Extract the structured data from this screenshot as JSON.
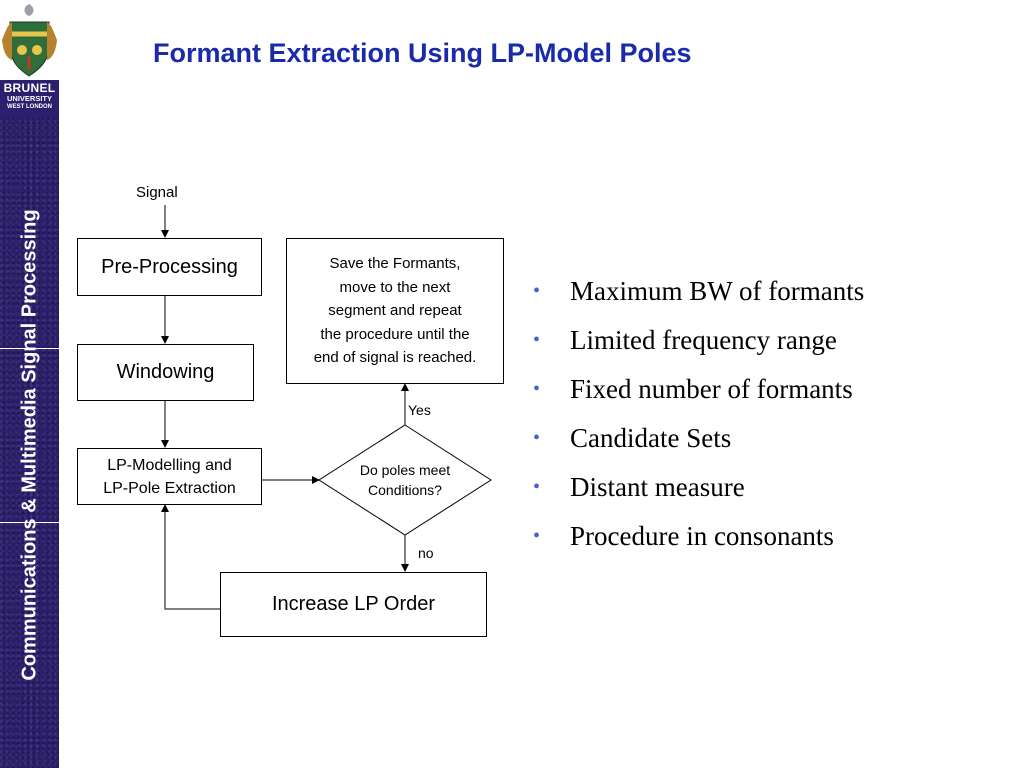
{
  "sidebar": {
    "logo": {
      "line1": "BRUNEL",
      "line2": "UNIVERSITY",
      "line3": "WEST LONDON"
    },
    "title": "Communications & Multimedia Signal Processing"
  },
  "slide": {
    "title": "Formant Extraction Using LP-Model Poles"
  },
  "flowchart": {
    "signal_label": "Signal",
    "pre_processing": "Pre-Processing",
    "windowing": "Windowing",
    "lp_modelling": [
      "LP-Modelling and",
      "LP-Pole Extraction"
    ],
    "decision": [
      "Do poles meet",
      "Conditions?"
    ],
    "yes_label": "Yes",
    "no_label": "no",
    "save_box": [
      "Save the Formants,",
      "move to the next",
      "segment and repeat",
      "the procedure until the",
      "end of signal is reached."
    ],
    "increase_lp": "Increase LP Order"
  },
  "bullets": [
    "Maximum BW of formants",
    "Limited frequency range",
    "Fixed number of formants",
    "Candidate Sets",
    "Distant measure",
    "Procedure in consonants"
  ],
  "colors": {
    "sidebar": "#2b1f6e",
    "title": "#1a2aa8",
    "bullet": "#4a5fd0"
  }
}
